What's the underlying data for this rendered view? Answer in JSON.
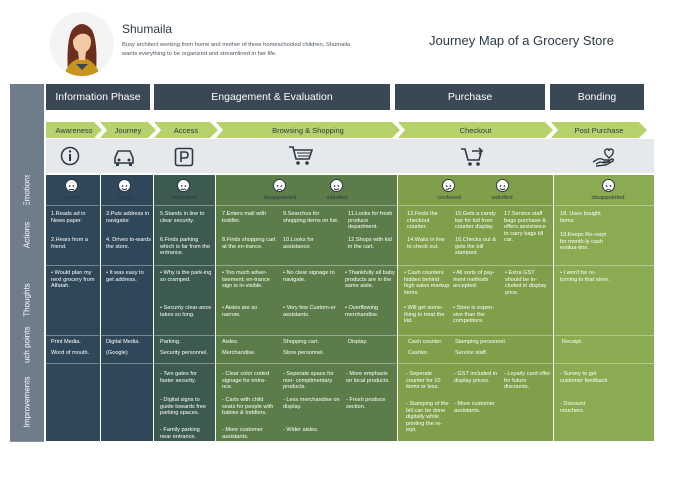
{
  "persona": {
    "name": "Shumaila",
    "description": "Busy architect working from home and mother of three homeschooled children, Shumaila wants everything to be organized and streamlined in her life."
  },
  "title": "Journey Map of a Grocery Store",
  "phases": [
    "Information Phase",
    "Engagement & Evaluation",
    "Purchase",
    "Bonding"
  ],
  "stages": [
    "Awareness",
    "Journey",
    "Access",
    "Browsing & Shopping",
    "Checkout",
    "Post Purchase"
  ],
  "row_labels": [
    "Emotions",
    "Actions",
    "Thoughts",
    "Touch points",
    "Improvements"
  ],
  "emotions": [
    "neutral",
    "happy",
    "frustrated",
    "disappointed",
    "satisfied",
    "confused",
    "satisfied",
    "disappointed"
  ],
  "actions": {
    "awareness": [
      "1.Reads ad in News paper.",
      "2.Hears from a friend."
    ],
    "journey": [
      "3.Puts address in navigator.",
      "4. Drives to-wards the store."
    ],
    "access": [
      "5.Stands in line to clear security.",
      "6.Finds parking which is far from the entrance."
    ],
    "browsing_a": [
      "7.Enters mall with toddler.",
      "8.Finds shopping cart at the en-trance."
    ],
    "browsing_b": [
      "9.Searches for shopping items on list.",
      "10.Looks for assistance."
    ],
    "browsing_c": [
      "11.Looks for fresh produce department.",
      "12.Shops with kid in the cart."
    ],
    "checkout_a": [
      "13.Finds the checkout counter.",
      "14.Waits in line to check out."
    ],
    "checkout_b": [
      "15.Gets a candy bar for kid from counter display.",
      "16.Checks out & gets the bill stamped."
    ],
    "checkout_c": [
      "17.Service staff bags purchase & offers assistance to carry bags till car."
    ],
    "post": [
      "18. Uses bought items.",
      "19.Keeps Re-ceipt for month-ly cash evalua-tion."
    ]
  },
  "thoughts": {
    "awareness": [
      "• Would plan my next grocery from Alfatah."
    ],
    "journey": [
      "• It was easy to get address."
    ],
    "access": [
      "• Why is the park-ing so cramped.",
      "• Security clear-ance takes so long."
    ],
    "browsing_a": [
      "• Too much adver-tisement; en-trance sign is in-visible.",
      "• Aisles are so narrow."
    ],
    "browsing_b": [
      "• No clear signage to navigate.",
      "• Very few Custom-er assistants."
    ],
    "browsing_c": [
      "• Thankfully all baby products are in the same aisle.",
      "• Overflowing merchandise."
    ],
    "checkout_a": [
      "• Cash counters hidden behind high sales markup items.",
      "• Will get some-thing to treat the kid."
    ],
    "checkout_b": [
      "• All sorts of pay-ment methods accepted.",
      "• Store is expen-sive than the competitors."
    ],
    "checkout_c": [
      "• Extra GST should be in-cluded in display price."
    ],
    "post": [
      "• I won't be re-turning to that store."
    ]
  },
  "touchpoints": {
    "awareness": [
      "Print Media.",
      "Word of mouth."
    ],
    "journey": [
      "Digital Media.",
      "(Google)"
    ],
    "access": [
      "Parking.",
      "Security personnel."
    ],
    "browsing_a": [
      "Aisles.",
      "Merchandise."
    ],
    "browsing_b": [
      "Shopping cart.",
      "Store personnel."
    ],
    "browsing_c": [
      "Display."
    ],
    "checkout_a": [
      "Cash counter.",
      "Cashier."
    ],
    "checkout_b": [
      "Stamping personnel.",
      "Service staff."
    ],
    "post": [
      "Receipt."
    ]
  },
  "improvements": {
    "access": [
      "- Two gates for faster security.",
      "- Digital signs to guide towards free parking spaces.",
      "- Family parking near entrance."
    ],
    "browsing_a": [
      "- Clear color coded signage for entra-nce.",
      "- Carts with child seats for people with babies & toddlers.",
      "- More customer assistants."
    ],
    "browsing_b": [
      "- Seperate space for non- complimentary products.",
      "- Less merchandise on display.",
      "- Wider aisles."
    ],
    "browsing_c": [
      "- More emphasis on local products.",
      "- Fresh produce section."
    ],
    "checkout_a": [
      "- Seperate counter for 10 items or less.",
      "- Stamping of the bill can be done digitally while printing the re-eipt."
    ],
    "checkout_b": [
      "- GST included in display prices.",
      "- More customer assistants."
    ],
    "checkout_c": [
      "- Loyalty card offer for future discounts."
    ],
    "post": [
      "- Survey to get customer feedback.",
      "- Discount vouchers."
    ]
  },
  "colors": {
    "information": "#2f4758",
    "engagement_a": "#3d5a50",
    "engagement_b": "#5c7d4a",
    "purchase": "#7f9f4a",
    "bonding": "#8aab52",
    "phase_header": "#3a4754",
    "stage_arrow": "#b5d36a"
  },
  "icons": [
    "info-icon",
    "car-icon",
    "parking-icon",
    "shopping-cart-icon",
    "checkout-cart-icon",
    "heart-hand-icon"
  ]
}
